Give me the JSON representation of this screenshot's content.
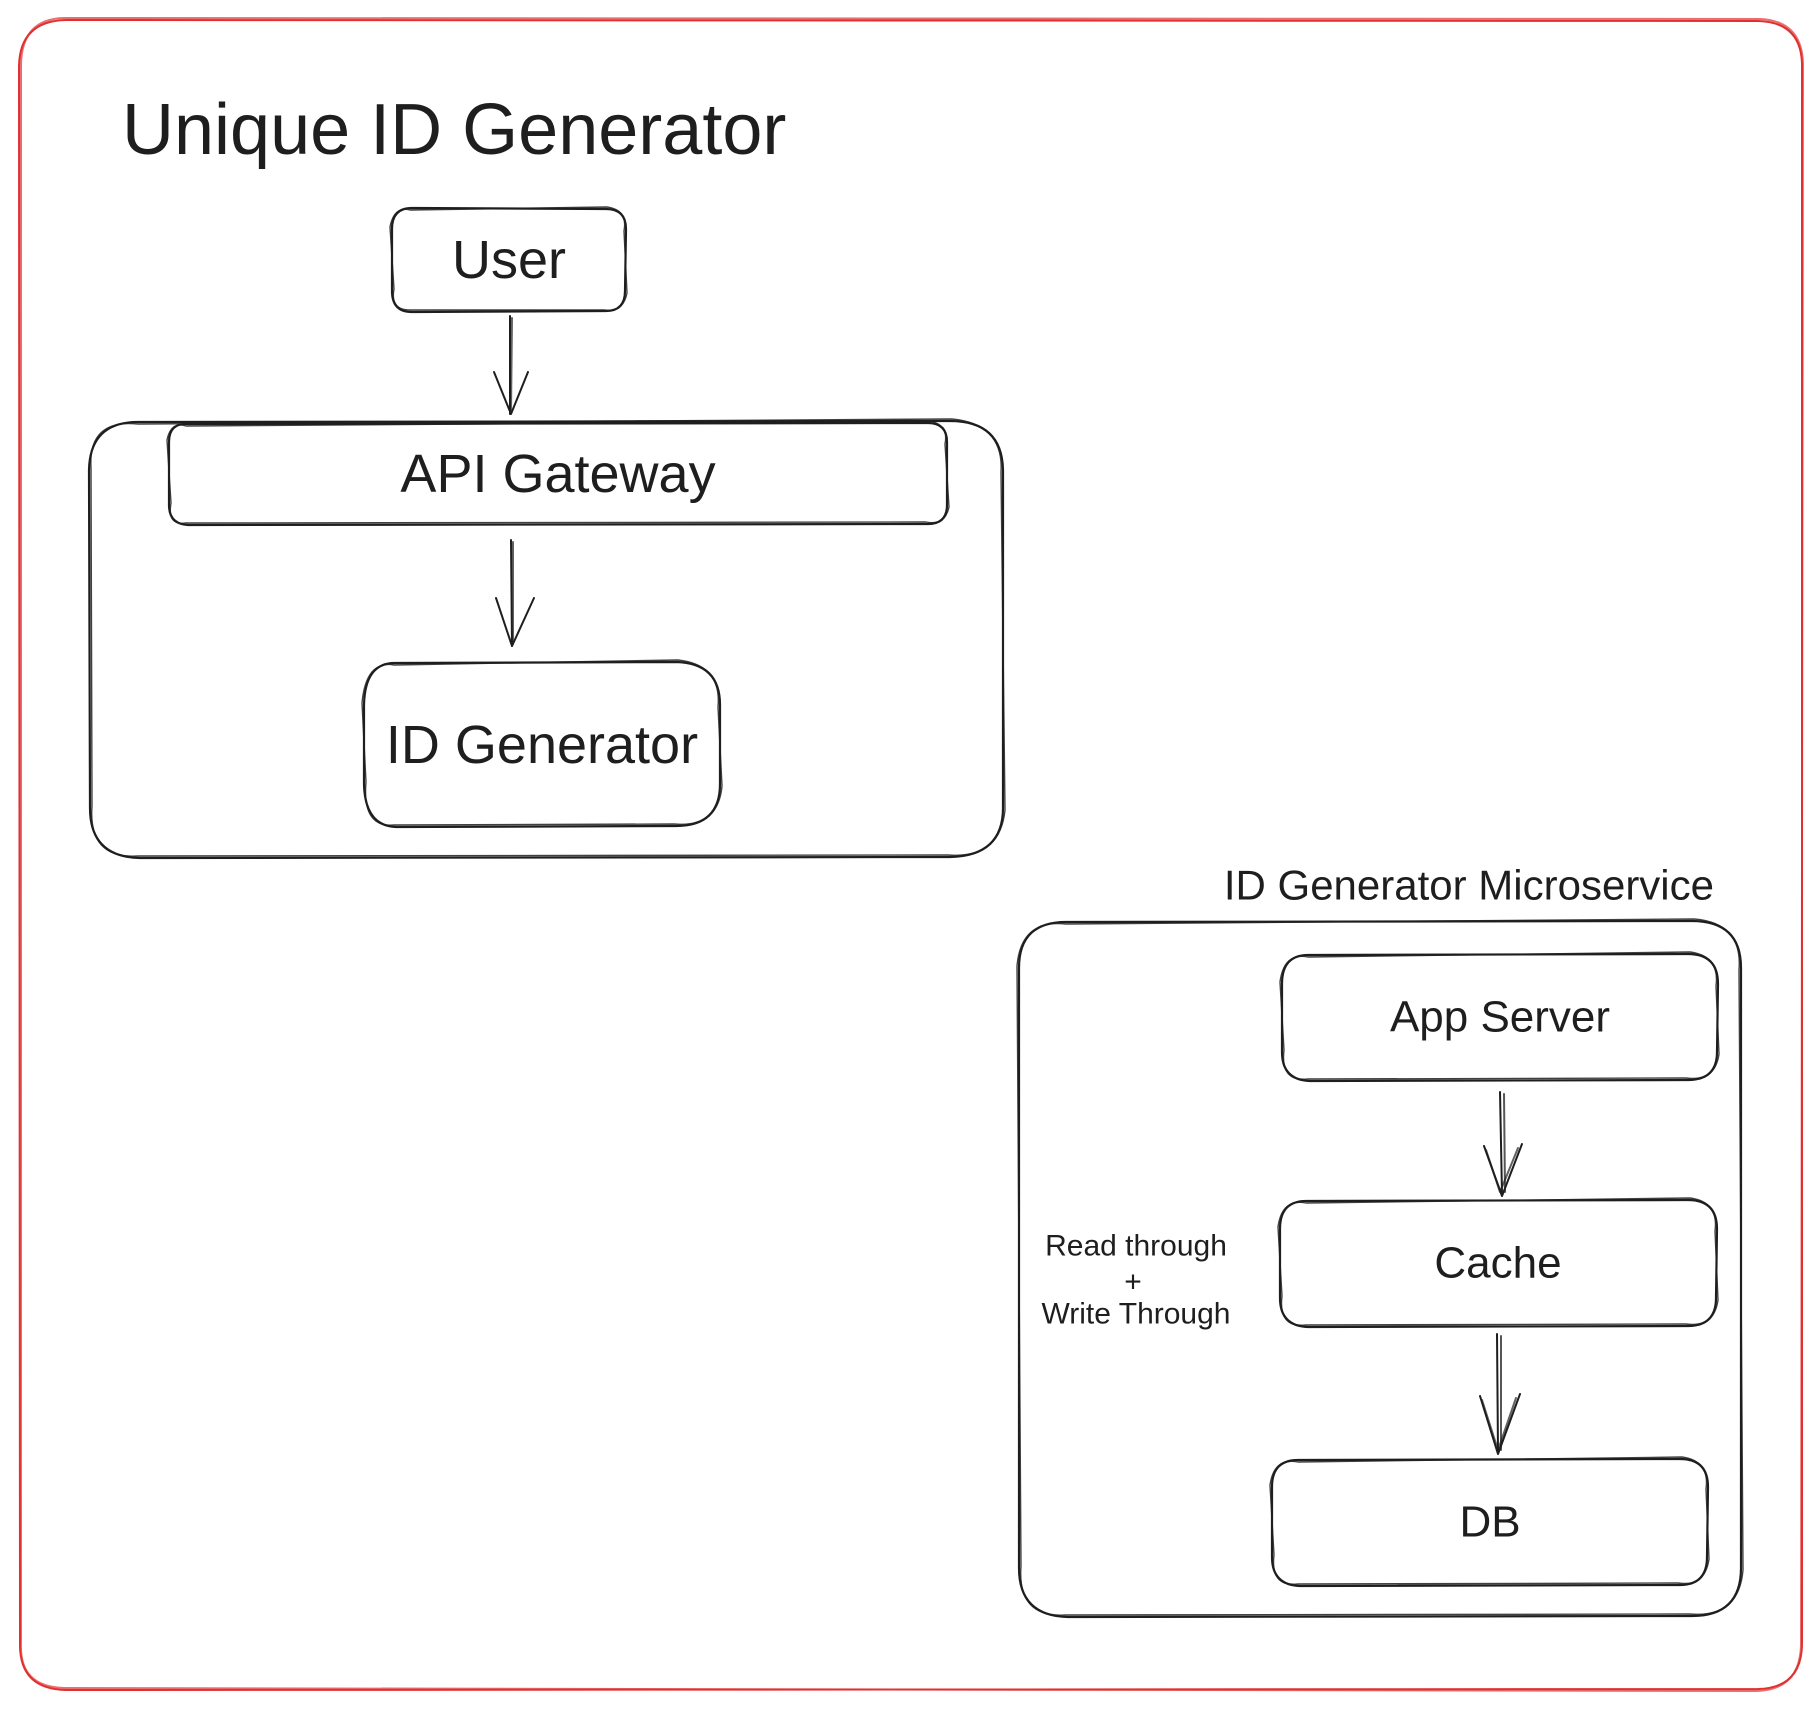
{
  "title": "Unique ID Generator",
  "colors": {
    "frame": "#e03131",
    "title": "#e03131",
    "stroke": "#1e1e1e",
    "background": "#ffffff"
  },
  "nodes": {
    "user": "User",
    "api_gateway": "API Gateway",
    "id_generator": "ID Generator",
    "app_server": "App Server",
    "cache": "Cache",
    "db": "DB"
  },
  "groups": {
    "microservice_title": "ID Generator Microservice"
  },
  "annotations": {
    "cache_strategy_line1": "Read through",
    "cache_strategy_line2": "+",
    "cache_strategy_line3": "Write Through"
  }
}
